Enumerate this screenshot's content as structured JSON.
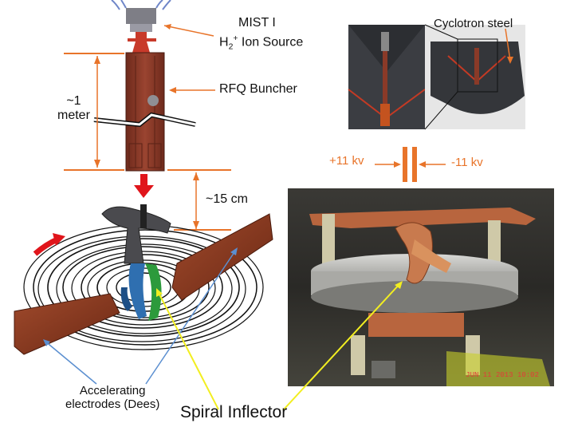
{
  "labels": {
    "mist": "MIST I",
    "ion_source_prefix": "H",
    "ion_source_sub": "2",
    "ion_source_sup": "+",
    "ion_source_suffix": " Ion Source",
    "rfq": "RFQ Buncher",
    "one_meter_line1": "~1",
    "one_meter_line2": "meter",
    "fifteen_cm": "~15 cm",
    "cyclotron_steel": "Cyclotron steel",
    "plus_kv": "+11 kv",
    "minus_kv": "-11 kv",
    "dees_line1": "Accelerating",
    "dees_line2": "electrodes (Dees)",
    "spiral_inflector": "Spiral Inflector",
    "photo_timestamp": "JUN 11 2013 10:02"
  },
  "colors": {
    "annotation_orange": "#e8742a",
    "arrow_red": "#e0151b",
    "arrow_blue": "#5b8fd0",
    "arrow_yellow": "#f2ee21",
    "copper": "#b8653e",
    "dee_red": "#8e3a22",
    "rfq_body": "#8a3a28",
    "photo_bg": "#2b2a26",
    "cad_bg": "#3b3d42"
  },
  "icons": {
    "beam_arrow": "down-arrow-icon",
    "rotation_arrow": "right-arrow-icon",
    "capacitor": "capacitor-icon"
  }
}
